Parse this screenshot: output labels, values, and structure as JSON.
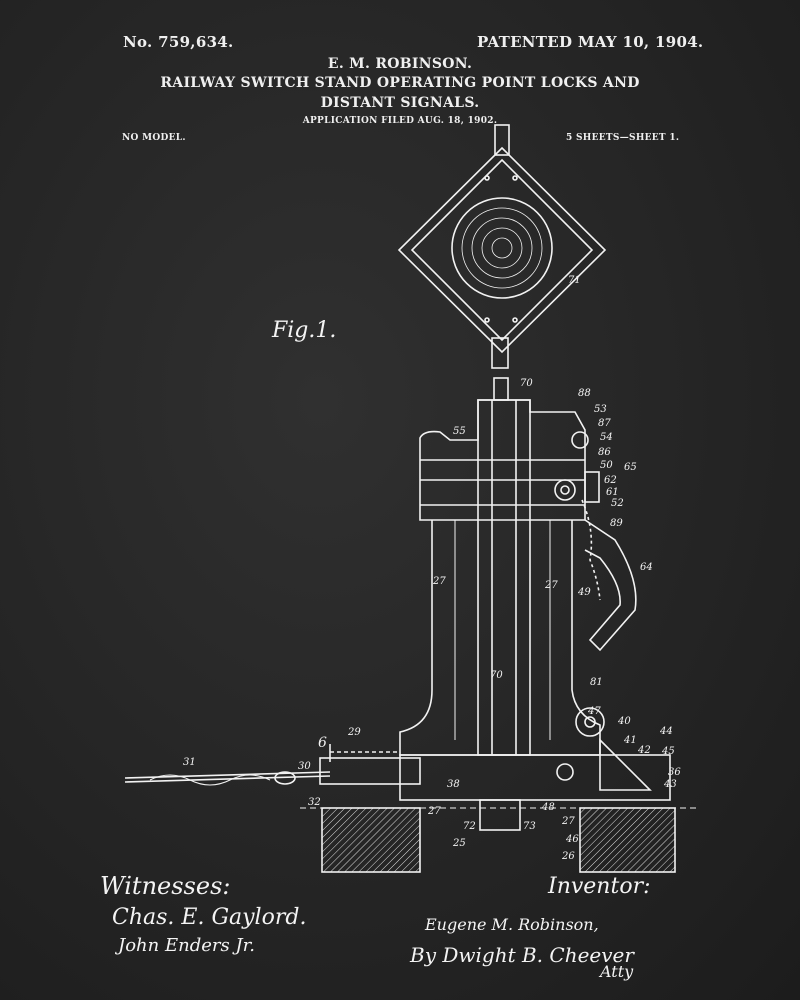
{
  "header": {
    "patent_number": "No. 759,634.",
    "patent_date": "PATENTED MAY 10, 1904.",
    "inventor_name": "E. M. ROBINSON.",
    "title_line1": "RAILWAY SWITCH STAND OPERATING POINT LOCKS AND",
    "title_line2": "DISTANT SIGNALS.",
    "application": "APPLICATION FILED AUG. 18, 1902.",
    "model": "NO MODEL.",
    "sheets": "5 SHEETS—SHEET 1."
  },
  "figure_label": "Fig.1.",
  "reference_numerals": [
    "71",
    "70",
    "88",
    "53",
    "87",
    "55",
    "54",
    "86",
    "50",
    "65",
    "62",
    "61",
    "52",
    "89",
    "64",
    "27",
    "27",
    "49",
    "70",
    "81",
    "47",
    "40",
    "44",
    "6",
    "29",
    "41",
    "42",
    "45",
    "31",
    "30",
    "36",
    "43",
    "32",
    "38",
    "48",
    "27",
    "27",
    "72",
    "73",
    "46",
    "25",
    "26"
  ],
  "signatures": {
    "witnesses_label": "Witnesses:",
    "witness1": "Chas. E. Gaylord.",
    "witness2": "John Enders Jr.",
    "inventor_label": "Inventor:",
    "inventor": "Eugene M. Robinson,",
    "attorney": "By Dwight B. Cheever",
    "attorney_suffix": "Atty"
  }
}
